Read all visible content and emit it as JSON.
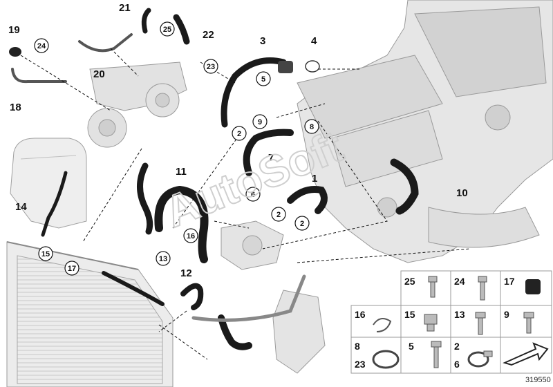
{
  "diagram": {
    "drawing_number": "319550",
    "watermark": "AutoSoft"
  },
  "callouts": {
    "c1": "1",
    "c2a": "2",
    "c2b": "2",
    "c2c": "2",
    "c3": "3",
    "c4": "4",
    "c5": "5",
    "c6": "6",
    "c7": "7",
    "c8": "8",
    "c9": "9",
    "c10": "10",
    "c11": "11",
    "c12": "12",
    "c13": "13",
    "c14": "14",
    "c15": "15",
    "c16": "16",
    "c17": "17",
    "c18": "18",
    "c19": "19",
    "c20": "20",
    "c21": "21",
    "c22": "22",
    "c23": "23",
    "c24": "24",
    "c25": "25"
  },
  "legend": {
    "r1c1": "25",
    "r1c2": "24",
    "r1c3": "17",
    "r2c1": "16",
    "r2c2": "15",
    "r2c3": "13",
    "r2c4": "9",
    "r3c1a": "8",
    "r3c1b": "23",
    "r3c2": "5",
    "r3c3a": "2",
    "r3c3b": "6"
  }
}
